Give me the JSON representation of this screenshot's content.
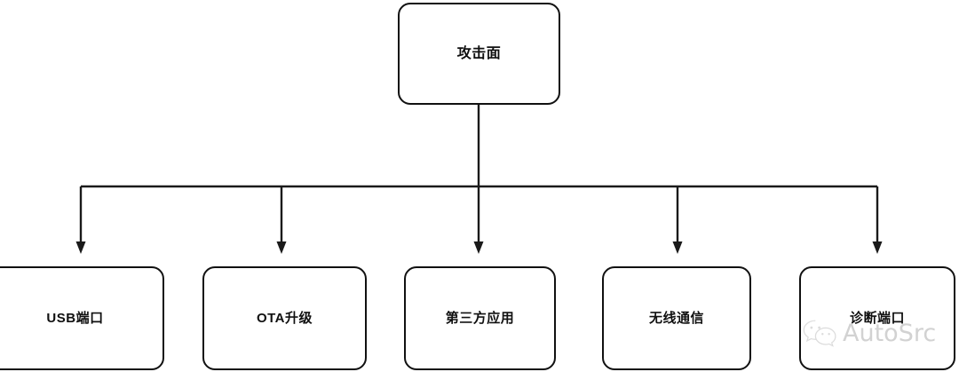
{
  "diagram": {
    "type": "tree",
    "title": "攻击面",
    "root": {
      "id": "root",
      "label": "攻击面"
    },
    "children": [
      {
        "id": "leaf-0",
        "label": "USB端口"
      },
      {
        "id": "leaf-1",
        "label": "OTA升级"
      },
      {
        "id": "leaf-2",
        "label": "第三方应用"
      },
      {
        "id": "leaf-3",
        "label": "无线通信"
      },
      {
        "id": "leaf-4",
        "label": "诊断端口"
      }
    ],
    "colors": {
      "background": "#ffffff",
      "node_border": "#111111",
      "node_fill": "#ffffff",
      "text": "#101010",
      "connector": "#1a1a1a",
      "watermark": "#d2d2d2"
    }
  },
  "watermark": {
    "logo": "wechat-icon",
    "text": "AutoSrc"
  }
}
